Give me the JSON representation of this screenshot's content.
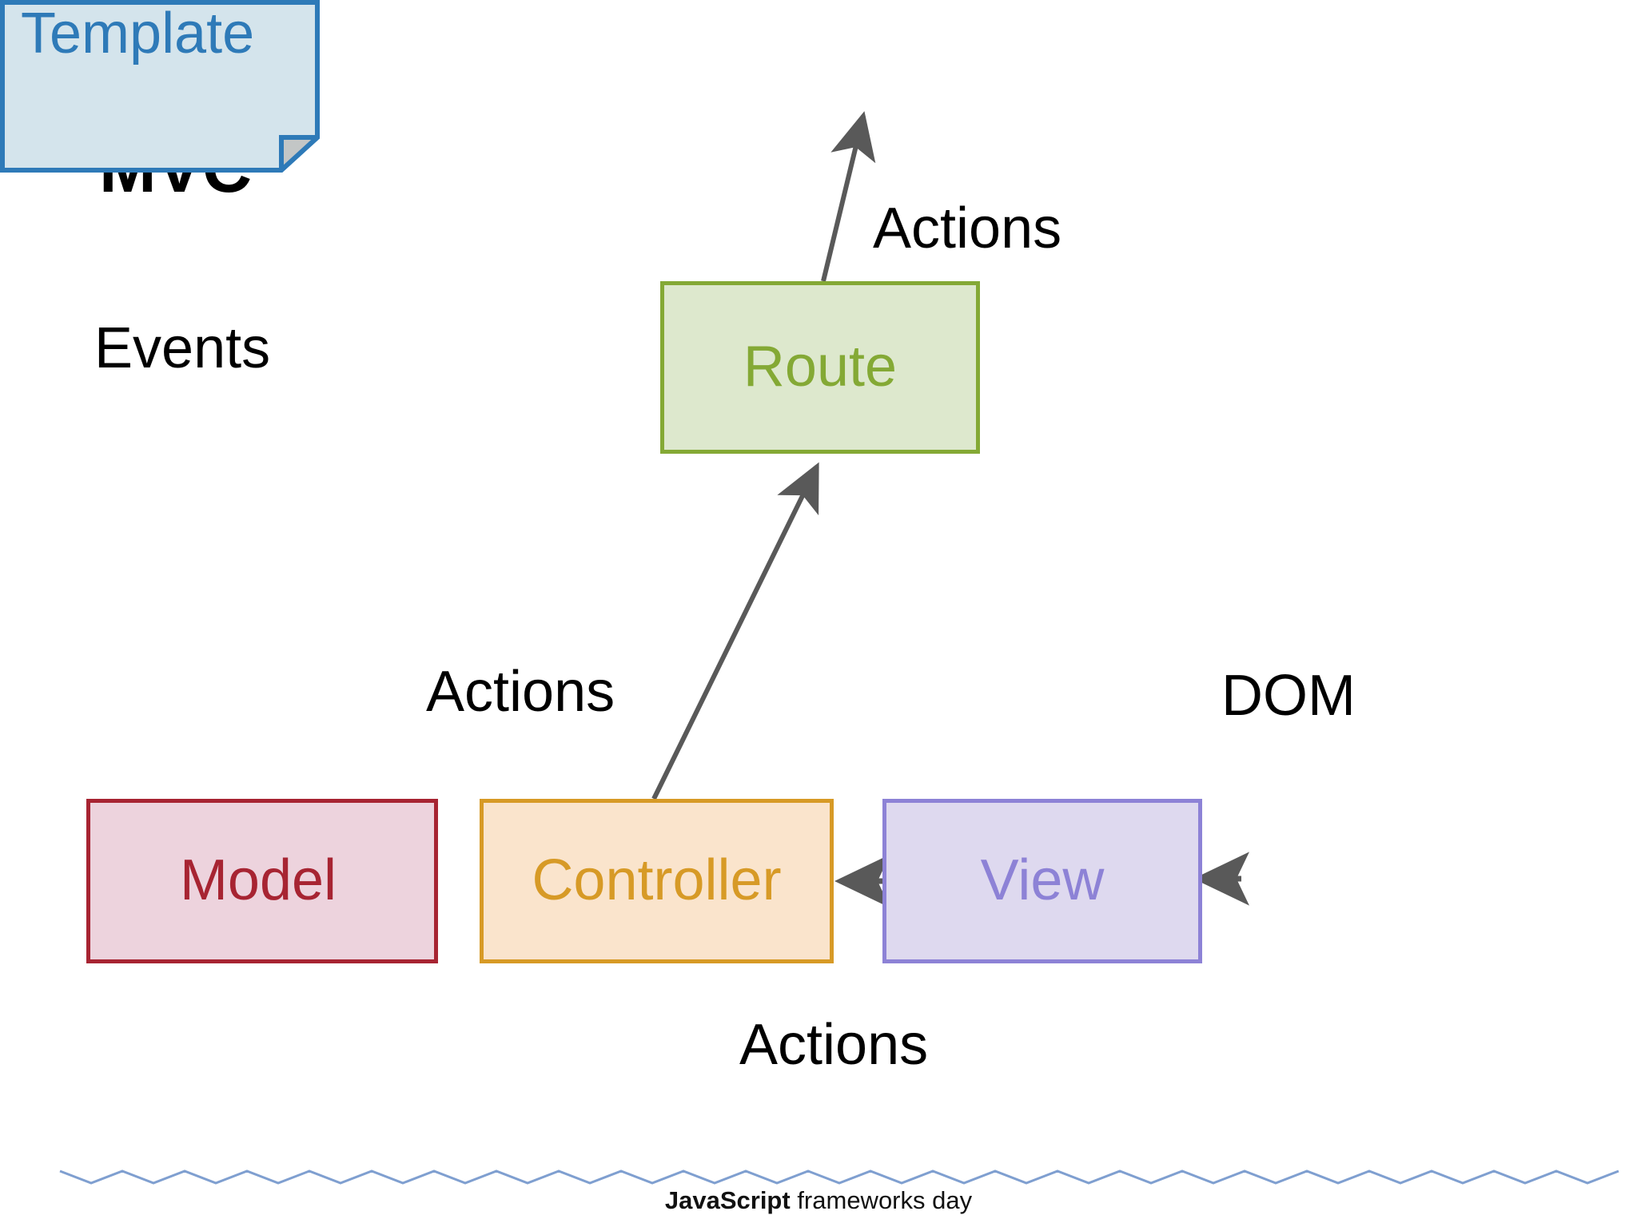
{
  "slide": {
    "title": "MVC",
    "background": "#ffffff"
  },
  "labels": {
    "events": "Events",
    "actions_top": "Actions",
    "actions_middle": "Actions",
    "actions_bottom": "Actions",
    "dom": "DOM"
  },
  "nodes": [
    {
      "id": "route",
      "label": "Route",
      "fill": "#dde8cd",
      "stroke": "#84a935",
      "text_color": "#84a935",
      "shape": "rectangle"
    },
    {
      "id": "model",
      "label": "Model",
      "fill": "#edd3dd",
      "stroke": "#a72432",
      "text_color": "#a72432",
      "shape": "rectangle"
    },
    {
      "id": "controller",
      "label": "Controller",
      "fill": "#fae4cc",
      "stroke": "#d79a26",
      "text_color": "#d79a26",
      "shape": "rectangle"
    },
    {
      "id": "view",
      "label": "View",
      "fill": "#ded9ef",
      "stroke": "#8d82d6",
      "text_color": "#8d82d6",
      "shape": "rectangle"
    },
    {
      "id": "template",
      "label": "Template",
      "fill": "#d4e4ec",
      "stroke": "#2e7ab8",
      "text_color": "#2e7ab8",
      "shape": "document"
    }
  ],
  "connectors": [
    {
      "id": "route-out",
      "from": "route",
      "to": "",
      "label": "Actions",
      "direction": "up",
      "color": "#595959"
    },
    {
      "id": "controller-route",
      "from": "controller",
      "to": "route",
      "label": "Actions",
      "direction": "up",
      "color": "#595959"
    },
    {
      "id": "view-controller",
      "from": "view",
      "to": "controller",
      "label": "Actions",
      "direction": "left",
      "color": "#595959"
    },
    {
      "id": "template-view",
      "from": "template",
      "to": "view",
      "label": "DOM",
      "direction": "left",
      "color": "#595959"
    }
  ],
  "footer": {
    "brand_bold": "JavaScript",
    "brand_rest": " frameworks day",
    "wave_color": "#7f9fd0"
  }
}
